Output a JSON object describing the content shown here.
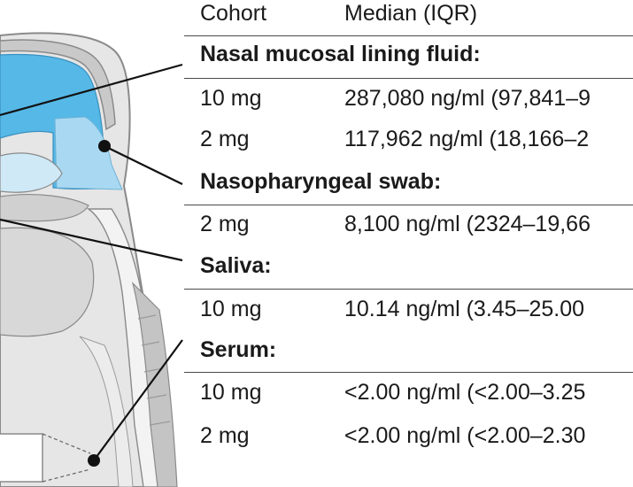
{
  "table": {
    "header": {
      "cohort": "Cohort",
      "median": "Median (IQR)"
    },
    "sections": [
      {
        "title": "Nasal mucosal lining fluid:",
        "rows": [
          {
            "cohort": "10 mg",
            "value": "287,080 ng/ml (97,841–9"
          },
          {
            "cohort": "2 mg",
            "value": "117,962 ng/ml (18,166–2"
          }
        ]
      },
      {
        "title": "Nasopharyngeal swab:",
        "rows": [
          {
            "cohort": "2 mg",
            "value": "8,100 ng/ml (2324–19,66"
          }
        ]
      },
      {
        "title": "Saliva:",
        "rows": [
          {
            "cohort": "10 mg",
            "value": "10.14 ng/ml (3.45–25.00"
          }
        ]
      },
      {
        "title": "Serum:",
        "rows": [
          {
            "cohort": "10 mg",
            "value": "<2.00 ng/ml (<2.00–3.25"
          },
          {
            "cohort": "2 mg",
            "value": "<2.00 ng/ml (<2.00–2.30"
          }
        ]
      }
    ]
  },
  "colors": {
    "mucosa_blue": "#56b8e6",
    "mucosa_light_blue": "#a9d9f2",
    "tissue_gray": "#d6d6d6",
    "outline": "#8a8a8a",
    "leader_line": "#111111",
    "rule": "#4a4a4a"
  }
}
